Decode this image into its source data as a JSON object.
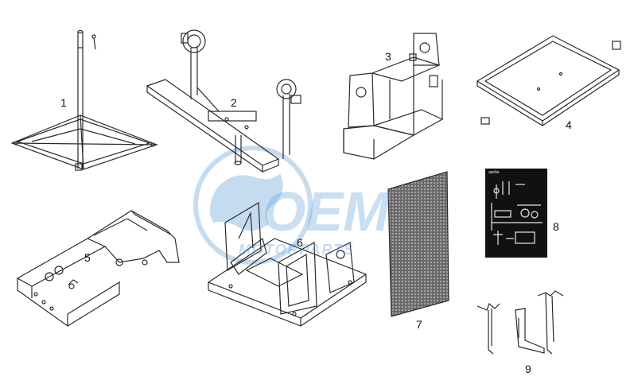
{
  "diagram": {
    "callouts": {
      "c1": "1",
      "c2": "2",
      "c3": "3",
      "c4": "4",
      "c5": "5",
      "c6": "6",
      "c7": "7",
      "c8": "8",
      "c9": "9"
    },
    "poster_header": "aprilia",
    "watermark": {
      "logo": "OEM",
      "tagline": "MOTORPARTS",
      "color": "#5b9bd5"
    },
    "colors": {
      "line": "#2a2a2a",
      "poster": "#111111",
      "mesh": "#3a3a3a"
    }
  }
}
